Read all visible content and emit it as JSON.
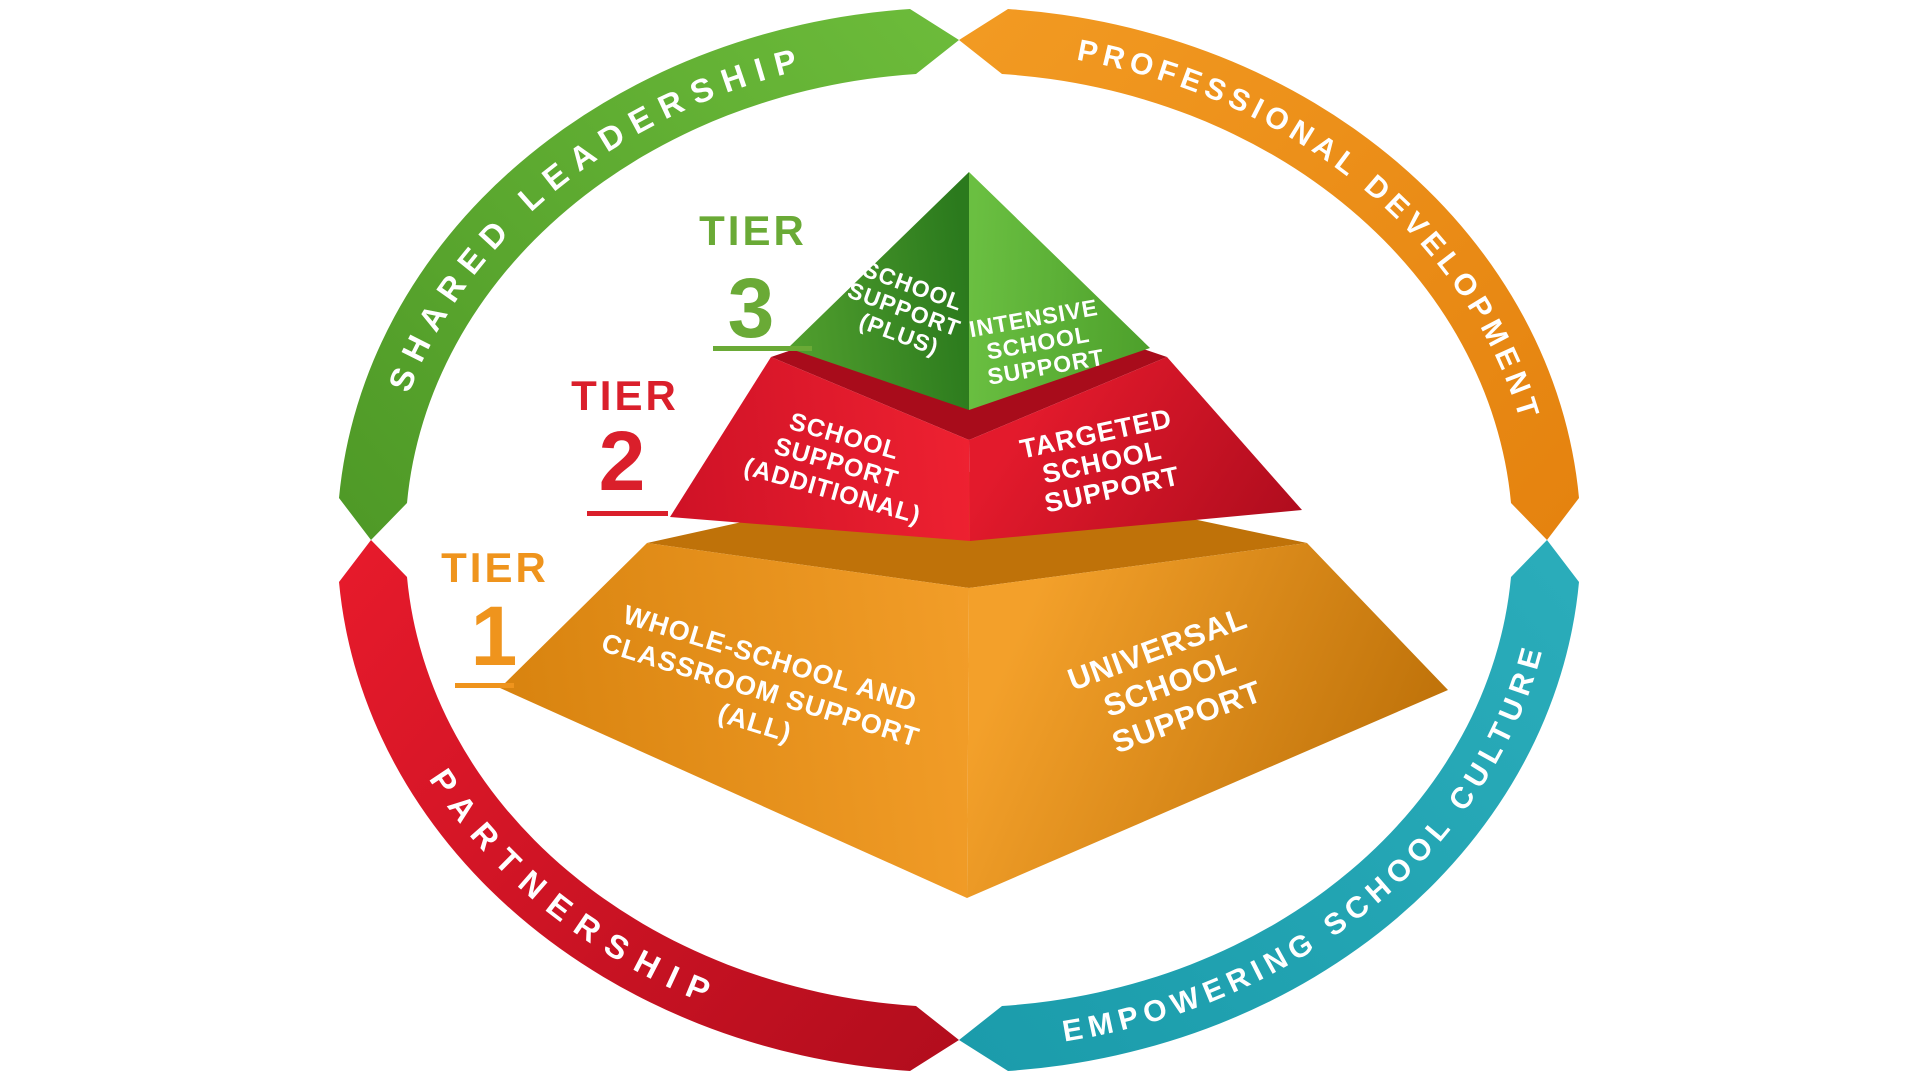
{
  "ring": {
    "segments": [
      {
        "id": "shared-leadership",
        "label": "SHARED LEADERSHIP",
        "color": "#5aa62f"
      },
      {
        "id": "professional-development",
        "label": "PROFESSIONAL DEVELOPMENT",
        "color": "#ee8f1b"
      },
      {
        "id": "empowering-school-culture",
        "label": "EMPOWERING SCHOOL CULTURE",
        "color": "#21a6b4"
      },
      {
        "id": "partnership",
        "label": "PARTNERSHIP",
        "color": "#d8121f"
      }
    ]
  },
  "tiers": [
    {
      "word": "TIER",
      "number": "3",
      "color": "#6aaa36",
      "left_face": {
        "lines": [
          "SCHOOL",
          "SUPPORT",
          "(PLUS)"
        ]
      },
      "right_face": {
        "lines": [
          "INTENSIVE",
          "SCHOOL",
          "SUPPORT"
        ]
      }
    },
    {
      "word": "TIER",
      "number": "2",
      "color": "#da1f2b",
      "left_face": {
        "lines": [
          "SCHOOL",
          "SUPPORT",
          "(ADDITIONAL)"
        ]
      },
      "right_face": {
        "lines": [
          "TARGETED",
          "SCHOOL",
          "SUPPORT"
        ]
      }
    },
    {
      "word": "TIER",
      "number": "1",
      "color": "#ef941d",
      "left_face": {
        "lines": [
          "WHOLE-SCHOOL AND",
          "CLASSROOM SUPPORT",
          "(ALL)"
        ]
      },
      "right_face": {
        "lines": [
          "UNIVERSAL",
          "SCHOOL",
          "SUPPORT"
        ]
      }
    }
  ],
  "background": "#ffffff"
}
